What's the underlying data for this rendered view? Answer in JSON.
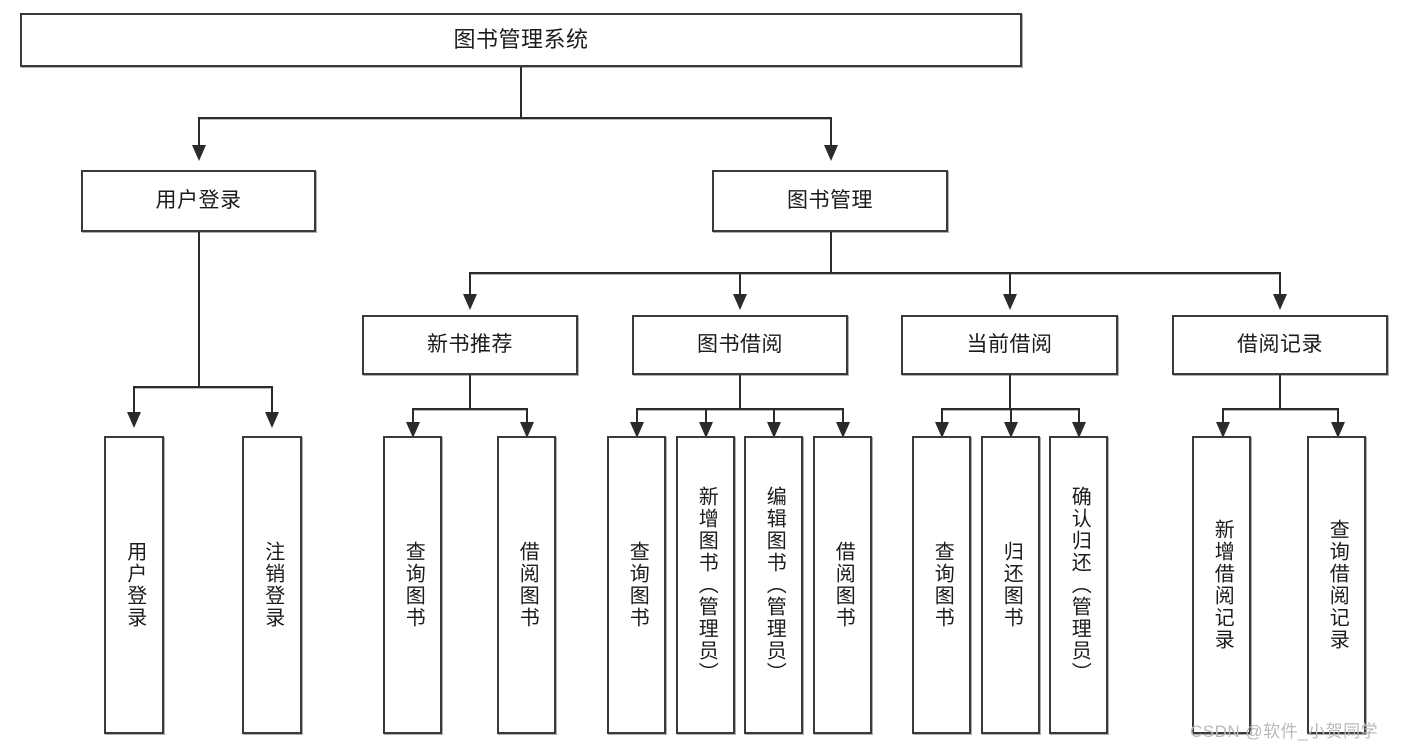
{
  "diagram": {
    "kind": "functional-structure-tree",
    "title": "图书管理系统",
    "root": {
      "label": "图书管理系统"
    },
    "level2": [
      {
        "label": "用户登录"
      },
      {
        "label": "图书管理"
      }
    ],
    "level3": [
      {
        "label": "新书推荐"
      },
      {
        "label": "图书借阅"
      },
      {
        "label": "当前借阅"
      },
      {
        "label": "借阅记录"
      }
    ],
    "leaves": {
      "user_login": [
        {
          "label": "用户登录"
        },
        {
          "label": "注销登录"
        }
      ],
      "new_book_recommend": [
        {
          "label": "查询图书"
        },
        {
          "label": "借阅图书"
        }
      ],
      "book_borrow": [
        {
          "label": "查询图书"
        },
        {
          "label": "新增图书（管理员）"
        },
        {
          "label": "编辑图书（管理员）"
        },
        {
          "label": "借阅图书"
        }
      ],
      "current_borrow": [
        {
          "label": "查询图书"
        },
        {
          "label": "归还图书"
        },
        {
          "label": "确认归还（管理员）"
        }
      ],
      "borrow_record": [
        {
          "label": "新增借阅记录"
        },
        {
          "label": "查询借阅记录"
        }
      ]
    }
  },
  "watermark": {
    "text": "CSDN @软件_小贺同学"
  },
  "colors": {
    "box_border": "#3a3a3a",
    "connector": "#2b2b2b",
    "text": "#1b1b1b",
    "background": "#ffffff",
    "watermark": "#b9b9b9"
  }
}
